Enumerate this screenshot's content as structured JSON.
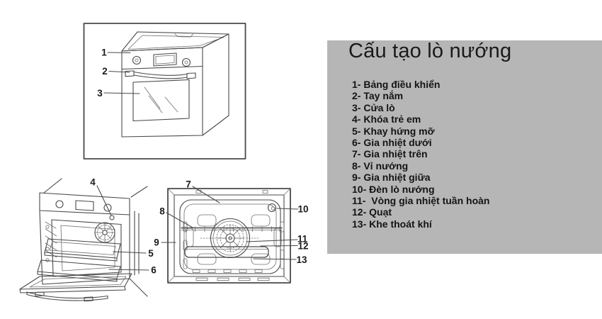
{
  "title": "Cấu tạo lò nướng",
  "legend": {
    "items": [
      "1- Bảng điều khiển",
      "2- Tay nắm",
      "3- Cửa lò",
      "4- Khóa trẻ em",
      "5- Khay hứng mỡ",
      "6- Gia nhiệt dưới",
      "7- Gia nhiệt trên",
      "8- Vỉ nướng",
      "9- Gia nhiệt giữa",
      "10- Đèn lò nướng",
      "11-  Vòng gia nhiệt tuần hoàn",
      "12- Quạt",
      "13- Khe thoát khí"
    ]
  },
  "labels": [
    "1",
    "2",
    "3",
    "4",
    "5",
    "6",
    "7",
    "8",
    "9",
    "10",
    "11",
    "12",
    "13"
  ],
  "colors": {
    "panel_bg": "#b6b6b6",
    "line": "#4a4a4a",
    "text": "#1a1a1a"
  }
}
